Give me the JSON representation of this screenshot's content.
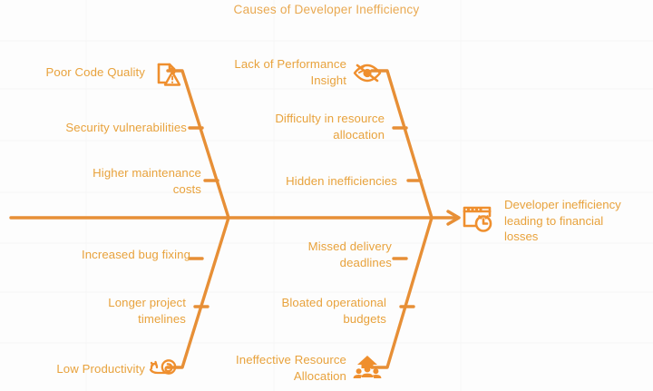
{
  "title": "Causes of Developer Inefficiency",
  "colors": {
    "bone": "#e78f36",
    "text": "#e8a23c",
    "title": "#e9a951",
    "icon": "#ef8f2e",
    "background": "#fdfdfd",
    "gridline": "#f6f6f6"
  },
  "effect": {
    "label": "Developer inefficiency\nleading to financial\nlosses",
    "icon": "calendar-clock-icon"
  },
  "branches": [
    {
      "id": "upper-left",
      "head_label": "Poor Code Quality",
      "head_icon": "file-warning-icon",
      "causes": [
        "Security vulnerabilities",
        "Higher maintenance\ncosts"
      ]
    },
    {
      "id": "upper-right",
      "head_label": "Lack of Performance\nInsight",
      "head_icon": "eye-slash-icon",
      "causes": [
        "Difficulty in resource\nallocation",
        "Hidden inefficiencies"
      ]
    },
    {
      "id": "lower-left",
      "head_label": "Low Productivity",
      "head_icon": "snail-icon",
      "causes": [
        "Increased bug fixing",
        "Longer project\ntimelines"
      ]
    },
    {
      "id": "lower-right",
      "head_label": "Ineffective Resource\nAllocation",
      "head_icon": "people-group-icon",
      "causes": [
        "Missed delivery\ndeadlines",
        "Bloated operational\nbudgets"
      ]
    }
  ],
  "chart_data": {
    "type": "diagram",
    "diagram_type": "fishbone",
    "title": "Causes of Developer Inefficiency",
    "effect": "Developer inefficiency leading to financial losses",
    "categories": [
      {
        "name": "Poor Code Quality",
        "position": "upper-left",
        "items": [
          "Security vulnerabilities",
          "Higher maintenance costs"
        ]
      },
      {
        "name": "Lack of Performance Insight",
        "position": "upper-right",
        "items": [
          "Difficulty in resource allocation",
          "Hidden inefficiencies"
        ]
      },
      {
        "name": "Low Productivity",
        "position": "lower-left",
        "items": [
          "Increased bug fixing",
          "Longer project timelines"
        ]
      },
      {
        "name": "Ineffective Resource Allocation",
        "position": "lower-right",
        "items": [
          "Missed delivery deadlines",
          "Bloated operational budgets"
        ]
      }
    ]
  }
}
